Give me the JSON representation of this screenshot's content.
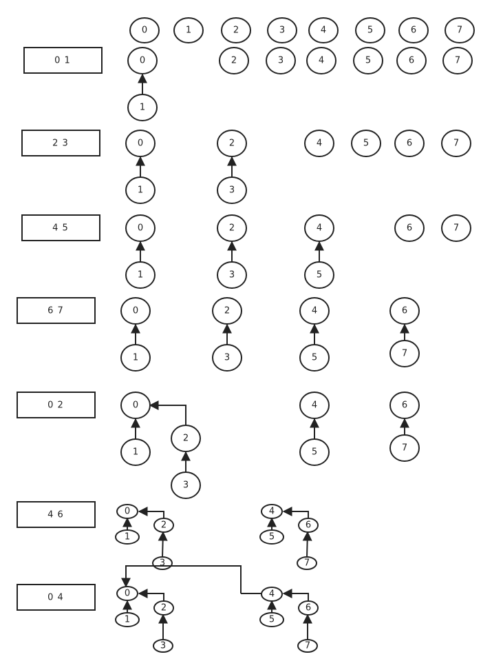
{
  "colors": {
    "stroke": "#222222",
    "background": "#ffffff"
  },
  "header": {
    "labels": [
      "0",
      "1",
      "2",
      "3",
      "4",
      "5",
      "6",
      "7"
    ]
  },
  "steps": [
    {
      "operation": "0 1",
      "labels": [
        "0",
        "1",
        "2",
        "3",
        "4",
        "5",
        "6",
        "7"
      ]
    },
    {
      "operation": "2 3",
      "labels": [
        "0",
        "1",
        "2",
        "3",
        "4",
        "5",
        "6",
        "7"
      ]
    },
    {
      "operation": "4 5",
      "labels": [
        "0",
        "1",
        "2",
        "3",
        "4",
        "5",
        "6",
        "7"
      ]
    },
    {
      "operation": "6 7",
      "labels": [
        "0",
        "1",
        "2",
        "3",
        "6",
        "7",
        "4",
        "5"
      ]
    },
    {
      "operation": "0 2",
      "labels": [
        "0",
        "1",
        "2",
        "3",
        "4",
        "5",
        "6",
        "7"
      ]
    },
    {
      "operation": "4 6",
      "labels": [
        "0",
        "1",
        "2",
        "3",
        "4",
        "5",
        "6",
        "7"
      ]
    },
    {
      "operation": "0 4",
      "labels": [
        "0",
        "1",
        "2",
        "3",
        "4",
        "5",
        "6",
        "7"
      ]
    }
  ]
}
